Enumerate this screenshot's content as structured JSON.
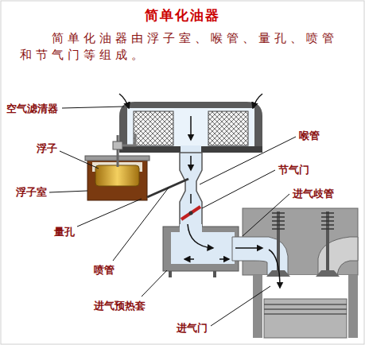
{
  "diagram": {
    "title": "简单化油器",
    "labels": [
      "简单化油器由浮子室、喉管、量孔、喷管和节气门等组成。",
      "空气滤清器",
      "浮子",
      "浮子室",
      "量孔",
      "喷管",
      "进气预热套",
      "进气门",
      "喉管",
      "节气门",
      "进气歧管"
    ]
  }
}
